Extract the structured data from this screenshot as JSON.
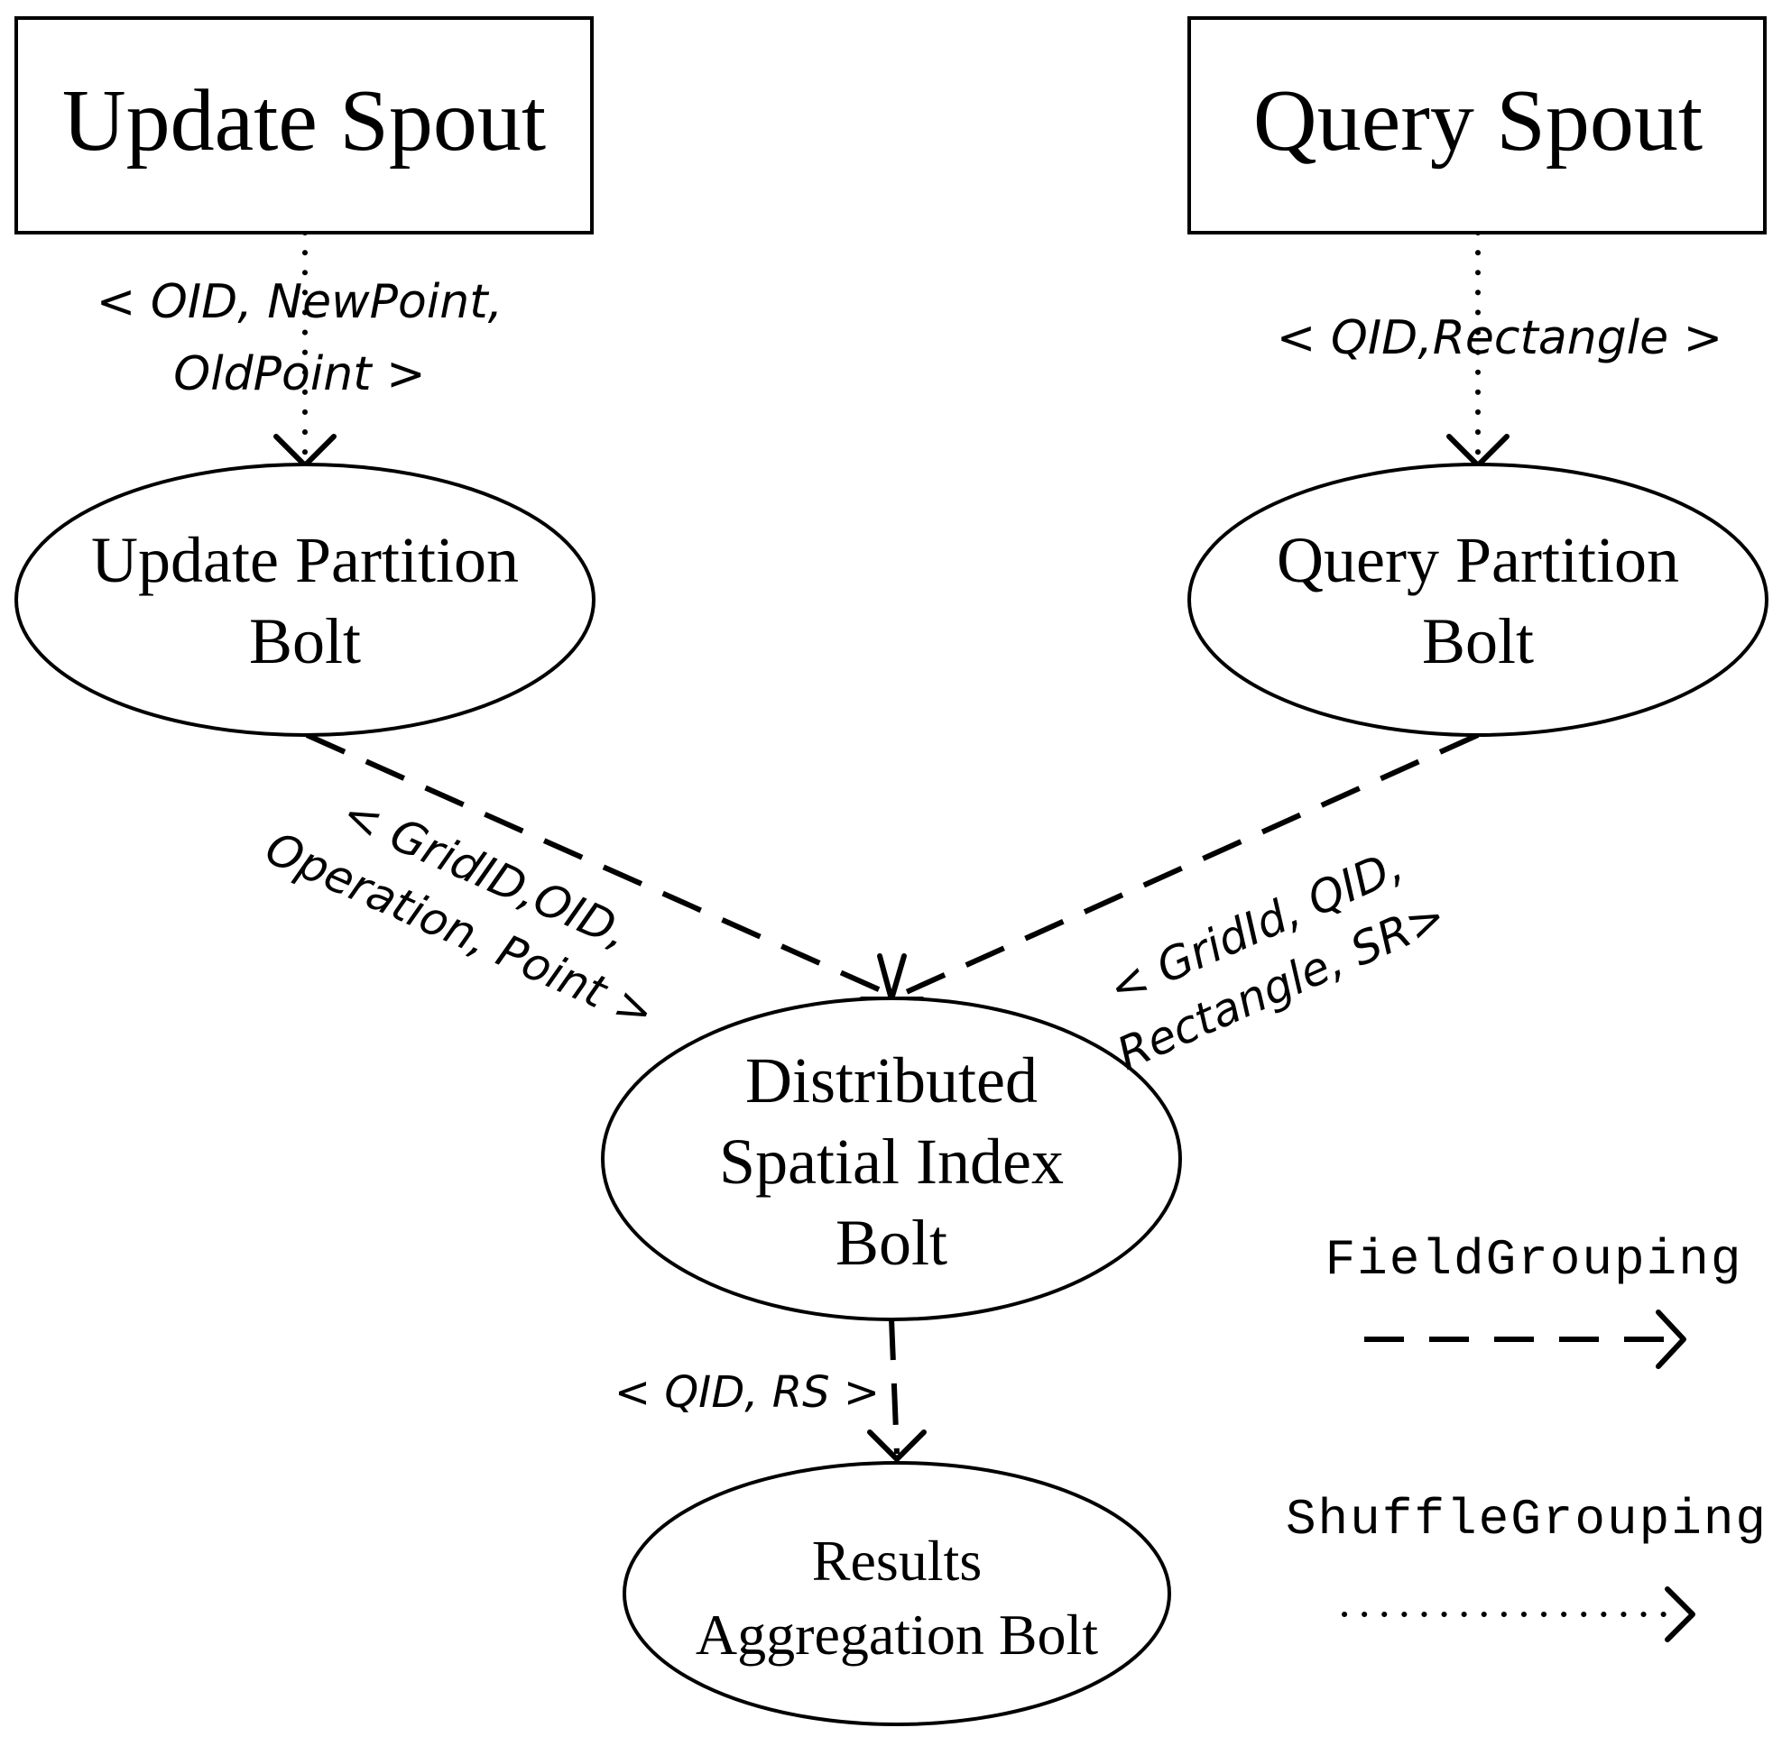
{
  "nodes": {
    "update_spout": "Update Spout",
    "query_spout": "Query Spout",
    "update_partition_bolt": [
      "Update Partition",
      "Bolt"
    ],
    "query_partition_bolt": [
      "Query Partition",
      "Bolt"
    ],
    "distributed_index_bolt": [
      "Distributed",
      "Spatial Index",
      "Bolt"
    ],
    "results_bolt": [
      "Results",
      "Aggregation Bolt"
    ]
  },
  "edges": {
    "update_spout_to_partition": [
      "< OID, NewPoint,",
      "OldPoint >"
    ],
    "query_spout_to_partition": "< QID,Rectangle >",
    "update_partition_to_index": [
      "< GridID,OID,",
      "Operation, Point >"
    ],
    "query_partition_to_index": [
      "< GridId, QID,",
      "Rectangle, SR>"
    ],
    "index_to_results": "< QID, RS >"
  },
  "legend": {
    "field_grouping": "FieldGrouping",
    "shuffle_grouping": "ShuffleGrouping"
  }
}
